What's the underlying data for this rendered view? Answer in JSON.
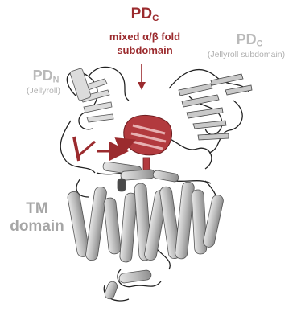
{
  "labels": {
    "pdc_mixed_main": "PD",
    "pdc_mixed_sub": "C",
    "pdc_mixed_desc_line1": "mixed α/β fold",
    "pdc_mixed_desc_line2": "subdomain",
    "pdc_jelly_main": "PD",
    "pdc_jelly_sub": "C",
    "pdc_jelly_desc": "(Jellyroll subdomain)",
    "pdn_main": "PD",
    "pdn_sub": "N",
    "pdn_desc": "(Jellyroll)",
    "tm_line1": "TM",
    "tm_line2": "domain"
  },
  "colors": {
    "highlight_red": "#9b2b2e",
    "label_gray": "#b9b9b9",
    "helix_gray": "#bdbdbd",
    "helix_dark": "#6e6e6e",
    "outline": "#222222"
  }
}
